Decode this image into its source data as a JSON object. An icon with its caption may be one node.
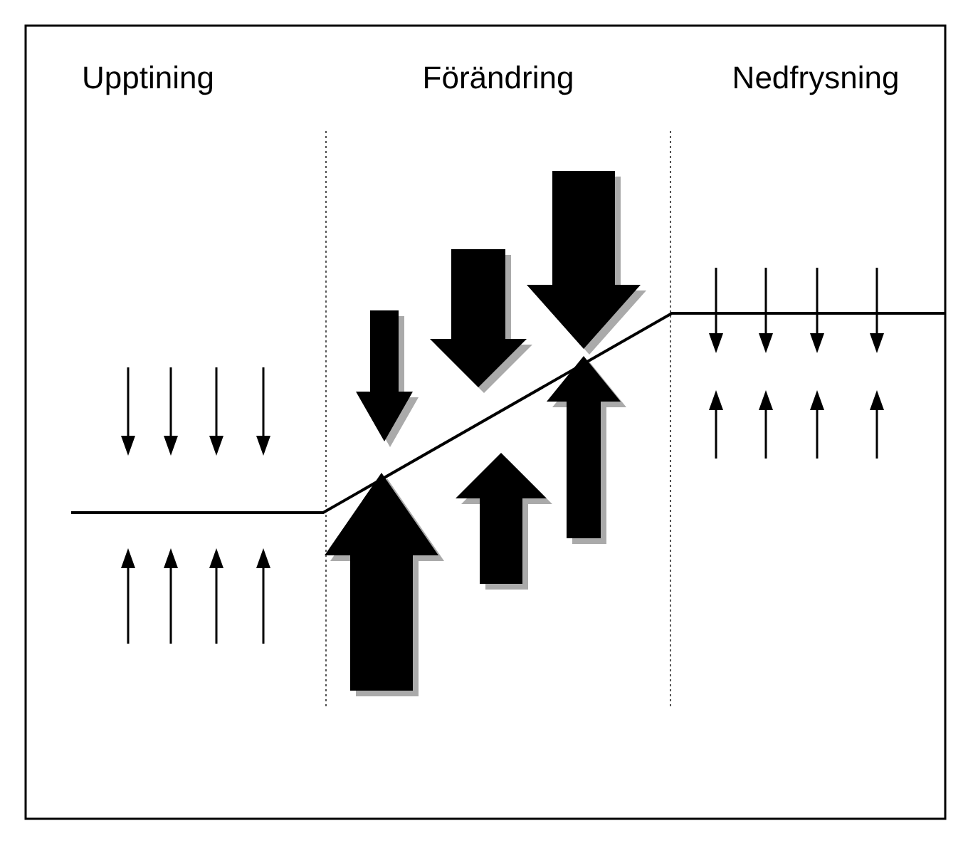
{
  "diagram": {
    "labels": [
      "Upptining",
      "Förändring",
      "Nedfrysning"
    ]
  }
}
